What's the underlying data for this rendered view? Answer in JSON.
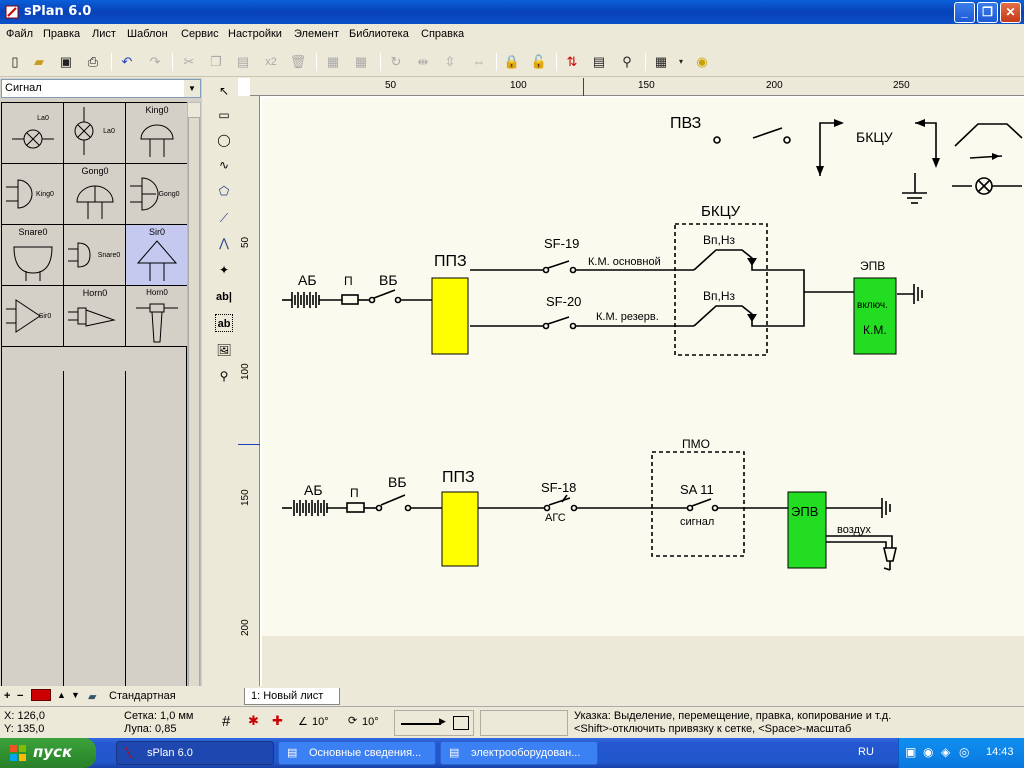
{
  "window": {
    "title": "sPlan 6.0",
    "min_label": "_",
    "max_label": "❐",
    "close_label": "✕"
  },
  "menu": [
    "Файл",
    "Правка",
    "Лист",
    "Шаблон",
    "Сервис",
    "Настройки",
    "Элемент",
    "Библиотека",
    "Справка"
  ],
  "toolbar": {
    "icons": [
      "new-icon",
      "open-icon",
      "save-icon",
      "print-icon",
      "undo-icon",
      "redo-icon",
      "cut-icon",
      "copy-icon",
      "paste-icon",
      "duplicate-icon",
      "delete-icon",
      "group-icon",
      "ungroup-icon",
      "rotate-icon",
      "mirror-h-icon",
      "mirror-v-icon",
      "mirror-icon",
      "lock-icon",
      "unlock-icon",
      "numbering-icon",
      "list-icon",
      "find-icon",
      "grid-icon",
      "zoom-icon"
    ],
    "dup_label": "x2"
  },
  "library": {
    "category": "Сигнал",
    "items": [
      {
        "name": "La0",
        "inner": "La0"
      },
      {
        "name": "",
        "inner": "La0"
      },
      {
        "name": "King0",
        "inner": ""
      },
      {
        "name": "",
        "inner": "King0"
      },
      {
        "name": "Gong0",
        "inner": ""
      },
      {
        "name": "",
        "inner": "Gong0"
      },
      {
        "name": "Snare0",
        "inner": ""
      },
      {
        "name": "",
        "inner": "Snare0"
      },
      {
        "name": "Sir0",
        "inner": ""
      },
      {
        "name": "",
        "inner": "Sir0"
      },
      {
        "name": "Horn0",
        "inner": ""
      },
      {
        "name": "Horn0",
        "inner": ""
      }
    ],
    "footer_label": "Стандартная"
  },
  "ruler": {
    "h_ticks": [
      "50",
      "100",
      "150",
      "200",
      "250"
    ],
    "v_ticks": [
      "50",
      "100",
      "150",
      "200"
    ]
  },
  "schematic": {
    "top": {
      "pvz": "ПВЗ",
      "bkcu_top": "БКЦУ",
      "ab": "АБ",
      "p": "П",
      "vb": "ВБ",
      "ppz": "ППЗ",
      "sf19": "SF-19",
      "sf20": "SF-20",
      "km_main": "К.М. основной",
      "km_res": "К.М. резерв.",
      "bkcu": "БКЦУ",
      "vpnz1": "Вп,Нз",
      "vpnz2": "Вп,Нз",
      "epv": "ЭПВ",
      "vkl": "включ.",
      "km": "К.М."
    },
    "bottom": {
      "ab": "АБ",
      "p": "П",
      "vb": "ВБ",
      "ppz": "ППЗ",
      "sf18": "SF-18",
      "ags": "АГС",
      "pmo": "ПМО",
      "sa11": "SA 11",
      "signal": "сигнал",
      "epv": "ЭПВ",
      "air": "воздух"
    }
  },
  "sheet_tab": "1: Новый лист",
  "status": {
    "x": "X: 126,0",
    "y": "Y: 135,0",
    "grid": "Сетка:  1,0 мм",
    "zoom": "Лупа:   0,85",
    "angle1": "10°",
    "angle2": "10°",
    "hint1": "Указка: Выделение, перемещение, правка, копирование и т.д.",
    "hint2": "<Shift>-отключить привязку к сетке, <Space>-масштаб"
  },
  "taskbar": {
    "start": "пуск",
    "tasks": [
      "sPlan 6.0",
      "Основные сведения...",
      "электрооборудован..."
    ],
    "lang": "RU",
    "clock": "14:43"
  },
  "colors": {
    "ppz_fill": "#ffff00",
    "epv_fill": "#22dd22",
    "sheet_bg": "#fbfaee"
  }
}
